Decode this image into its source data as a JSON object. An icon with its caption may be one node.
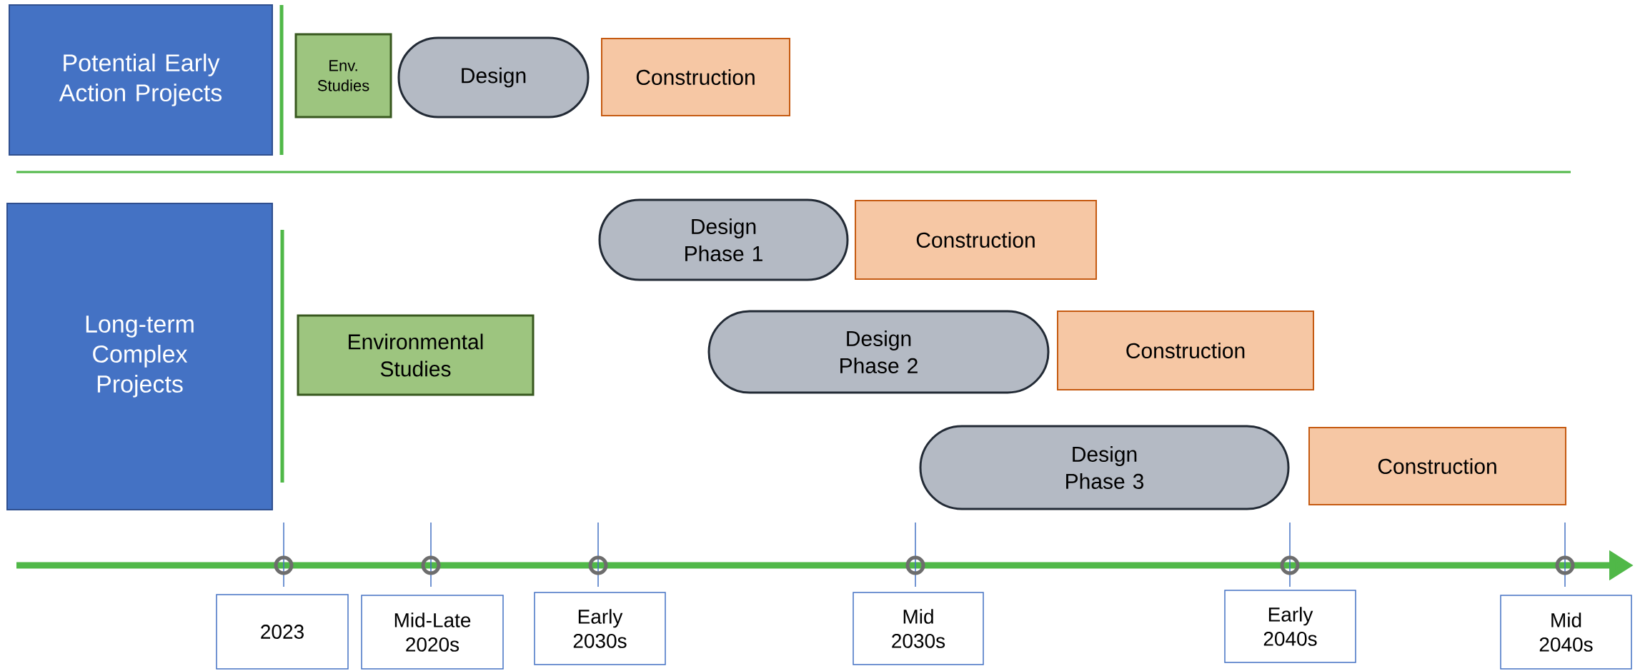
{
  "diagram": {
    "nodes": [
      {
        "text": [
          "Potential Early Action Projects"
        ]
      },
      {
        "text": [
          "Env. Studies"
        ]
      },
      {
        "text": [
          "Design"
        ]
      },
      {
        "text": [
          "Construction"
        ]
      },
      {
        "text": [
          "Long-term Complex Projects"
        ]
      },
      {
        "text": [
          "Environmental Studies"
        ]
      },
      {
        "text": [
          "Design Phase 1"
        ]
      },
      {
        "text": [
          "Construction"
        ]
      },
      {
        "text": [
          "Design Phase 2"
        ]
      },
      {
        "text": [
          "Construction"
        ]
      },
      {
        "text": [
          "Design Phase 3"
        ]
      },
      {
        "text": [
          "Construction"
        ]
      },
      {
        "text": [
          "2023"
        ]
      },
      {
        "text": [
          "Mid-Late 2020s"
        ]
      },
      {
        "text": [
          "Early 2030s"
        ]
      },
      {
        "text": [
          "Mid 2030s"
        ]
      },
      {
        "text": [
          "Early 2040s"
        ]
      },
      {
        "text": [
          "Mid 2040s"
        ]
      }
    ]
  }
}
